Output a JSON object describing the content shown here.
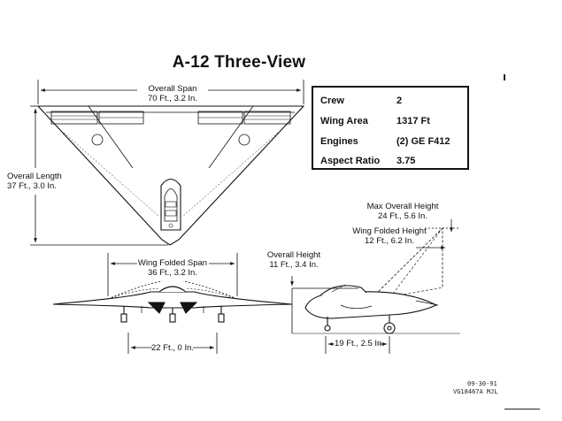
{
  "title": "A-12 Three-View",
  "specs": [
    {
      "label": "Crew",
      "value": "2"
    },
    {
      "label": "Wing Area",
      "value": "1317 Ft"
    },
    {
      "label": "Engines",
      "value": "(2) GE F412"
    },
    {
      "label": "Aspect Ratio",
      "value": "3.75"
    }
  ],
  "dimensions": {
    "overall_span": {
      "label": "Overall Span",
      "value": "70 Ft., 3.2 In."
    },
    "overall_length": {
      "label": "Overall Length",
      "value": "37 Ft., 3.0 In."
    },
    "wing_folded_span": {
      "label": "Wing Folded Span",
      "value": "36 Ft., 3.2 In."
    },
    "gear_track": {
      "value": "22 Ft., 0 In."
    },
    "max_overall_height": {
      "label": "Max Overall Height",
      "value": "24 Ft., 5.6 In."
    },
    "wing_folded_height": {
      "label": "Wing Folded Height",
      "value": "12 Ft., 6.2 In."
    },
    "overall_height": {
      "label": "Overall Height",
      "value": "11 Ft., 3.4 In."
    },
    "wheelbase": {
      "value": "19 Ft., 2.5 In."
    }
  },
  "stamp": {
    "date": "09-30-91",
    "ref": "VG18467A MJL"
  }
}
